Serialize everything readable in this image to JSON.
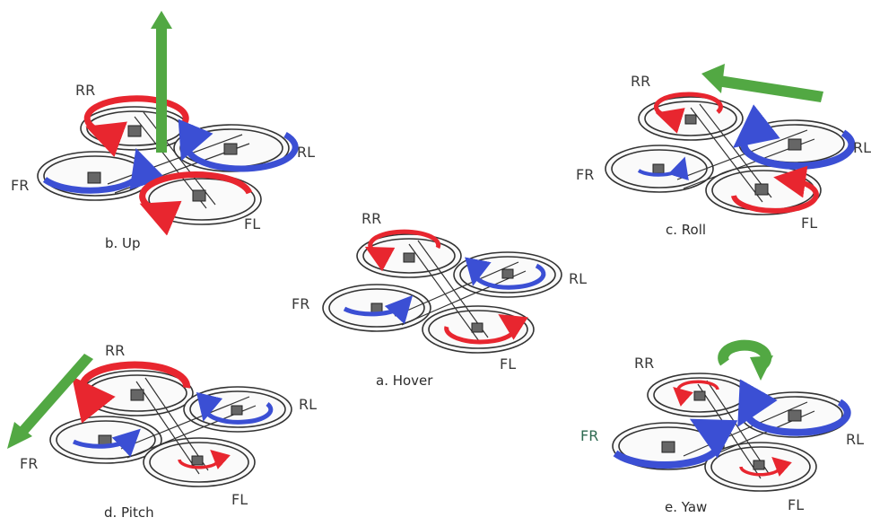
{
  "colors": {
    "clockwise": "#e8262f",
    "counterclockwise": "#3b4fd4",
    "motion_arrow": "#52a843",
    "frame": "#333333"
  },
  "panels": {
    "up": {
      "caption": "b. Up",
      "rr": "RR",
      "rl": "RL",
      "fr": "FR",
      "fl": "FL"
    },
    "roll": {
      "caption": "c. Roll",
      "rr": "RR",
      "rl": "RL",
      "fr": "FR",
      "fl": "FL"
    },
    "hover": {
      "caption": "a. Hover",
      "rr": "RR",
      "rl": "RL",
      "fr": "FR",
      "fl": "FL"
    },
    "pitch": {
      "caption": "d. Pitch",
      "rr": "RR",
      "rl": "RL",
      "fr": "FR",
      "fl": "FL"
    },
    "yaw": {
      "caption": "e. Yaw",
      "rr": "RR",
      "rl": "RL",
      "fr": "FR",
      "fl": "FL"
    }
  }
}
